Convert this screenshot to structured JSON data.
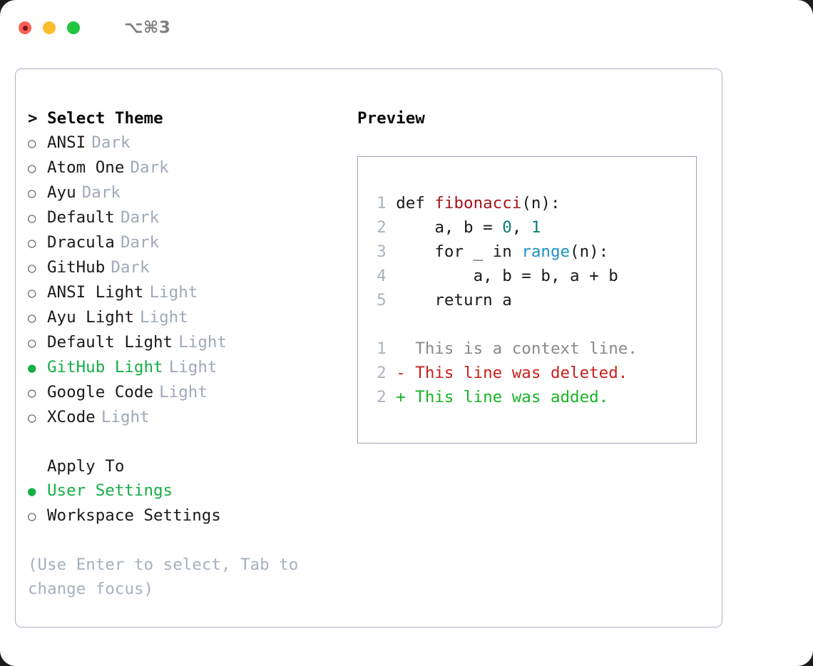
{
  "window": {
    "shortcut_label": "⌥⌘3",
    "traffic_lights": [
      "close",
      "minimize",
      "maximize"
    ]
  },
  "theme_picker": {
    "header": "> Select Theme",
    "options": [
      {
        "marker": "○",
        "name": "ANSI",
        "category": "Dark",
        "selected": false
      },
      {
        "marker": "○",
        "name": "Atom One",
        "category": "Dark",
        "selected": false
      },
      {
        "marker": "○",
        "name": "Ayu",
        "category": "Dark",
        "selected": false
      },
      {
        "marker": "○",
        "name": "Default",
        "category": "Dark",
        "selected": false
      },
      {
        "marker": "○",
        "name": "Dracula",
        "category": "Dark",
        "selected": false
      },
      {
        "marker": "○",
        "name": "GitHub",
        "category": "Dark",
        "selected": false
      },
      {
        "marker": "○",
        "name": "ANSI Light",
        "category": "Light",
        "selected": false
      },
      {
        "marker": "○",
        "name": "Ayu Light",
        "category": "Light",
        "selected": false
      },
      {
        "marker": "○",
        "name": "Default Light",
        "category": "Light",
        "selected": false
      },
      {
        "marker": "●",
        "name": "GitHub Light",
        "category": "Light",
        "selected": true
      },
      {
        "marker": "○",
        "name": "Google Code",
        "category": "Light",
        "selected": false
      },
      {
        "marker": "○",
        "name": "XCode",
        "category": "Light",
        "selected": false
      }
    ]
  },
  "apply_to": {
    "header": "Apply To",
    "options": [
      {
        "marker": "●",
        "name": "User Settings",
        "selected": true
      },
      {
        "marker": "○",
        "name": "Workspace Settings",
        "selected": false
      }
    ]
  },
  "hint": "(Use Enter to select, Tab to change focus)",
  "preview": {
    "header": "Preview",
    "code_lines": [
      {
        "num": "1",
        "segments": [
          {
            "t": "def ",
            "c": "plain"
          },
          {
            "t": "fibonacci",
            "c": "func"
          },
          {
            "t": "(n):",
            "c": "plain"
          }
        ]
      },
      {
        "num": "2",
        "segments": [
          {
            "t": "    a, b = ",
            "c": "plain"
          },
          {
            "t": "0",
            "c": "num"
          },
          {
            "t": ", ",
            "c": "plain"
          },
          {
            "t": "1",
            "c": "num"
          }
        ]
      },
      {
        "num": "3",
        "segments": [
          {
            "t": "    for _ in ",
            "c": "plain"
          },
          {
            "t": "range",
            "c": "call"
          },
          {
            "t": "(n):",
            "c": "plain"
          }
        ]
      },
      {
        "num": "4",
        "segments": [
          {
            "t": "        a, b = b, a + b",
            "c": "plain"
          }
        ]
      },
      {
        "num": "5",
        "segments": [
          {
            "t": "    return a",
            "c": "plain"
          }
        ]
      }
    ],
    "diff_lines": [
      {
        "num": "1",
        "sign": " ",
        "text": " This is a context line.",
        "kind": "ctx"
      },
      {
        "num": "2",
        "sign": "-",
        "text": " This line was deleted.",
        "kind": "del"
      },
      {
        "num": "2",
        "sign": "+",
        "text": " This line was added.",
        "kind": "add"
      }
    ]
  },
  "colors": {
    "accent_green": "#13af46",
    "muted": "#9fa9ba",
    "hint": "#a6b0bf",
    "border": "#aab4c4",
    "syntax_func": "#a4161a",
    "syntax_num": "#0a7d72",
    "syntax_call": "#1c8fc4",
    "diff_deleted": "#cc1f1a",
    "diff_added": "#17b526",
    "diff_context": "#8a8a8a"
  }
}
